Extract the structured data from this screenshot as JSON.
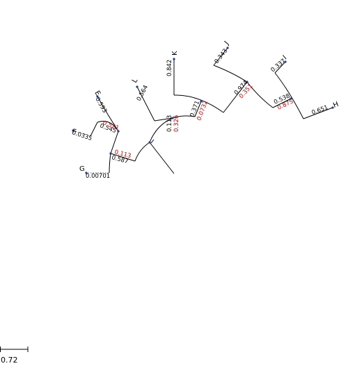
{
  "tips": [
    {
      "name": "E",
      "length": "0.593"
    },
    {
      "name": "F",
      "length": "0.0335"
    },
    {
      "name": "G",
      "length": "0.00701"
    },
    {
      "name": "L",
      "length": "0.564"
    },
    {
      "name": "K",
      "length": "0.842"
    },
    {
      "name": "J",
      "length": "0.343"
    },
    {
      "name": "I",
      "length": "0.337"
    },
    {
      "name": "H",
      "length": "0.651"
    }
  ],
  "internal": [
    {
      "length": "0.545",
      "support": "0.521"
    },
    {
      "length": "0.587",
      "support": "0.113"
    },
    {
      "length": "0.113",
      "support": "0.326"
    },
    {
      "length": "0.371",
      "support": "0.0732"
    },
    {
      "length": "0.974",
      "support": "0.351"
    },
    {
      "length": "0.538",
      "support": "0.875"
    }
  ],
  "scale": {
    "label": "0.72"
  },
  "colors": {
    "branch": "#000000",
    "support": "#cc0000",
    "node": "#1f3a93"
  }
}
